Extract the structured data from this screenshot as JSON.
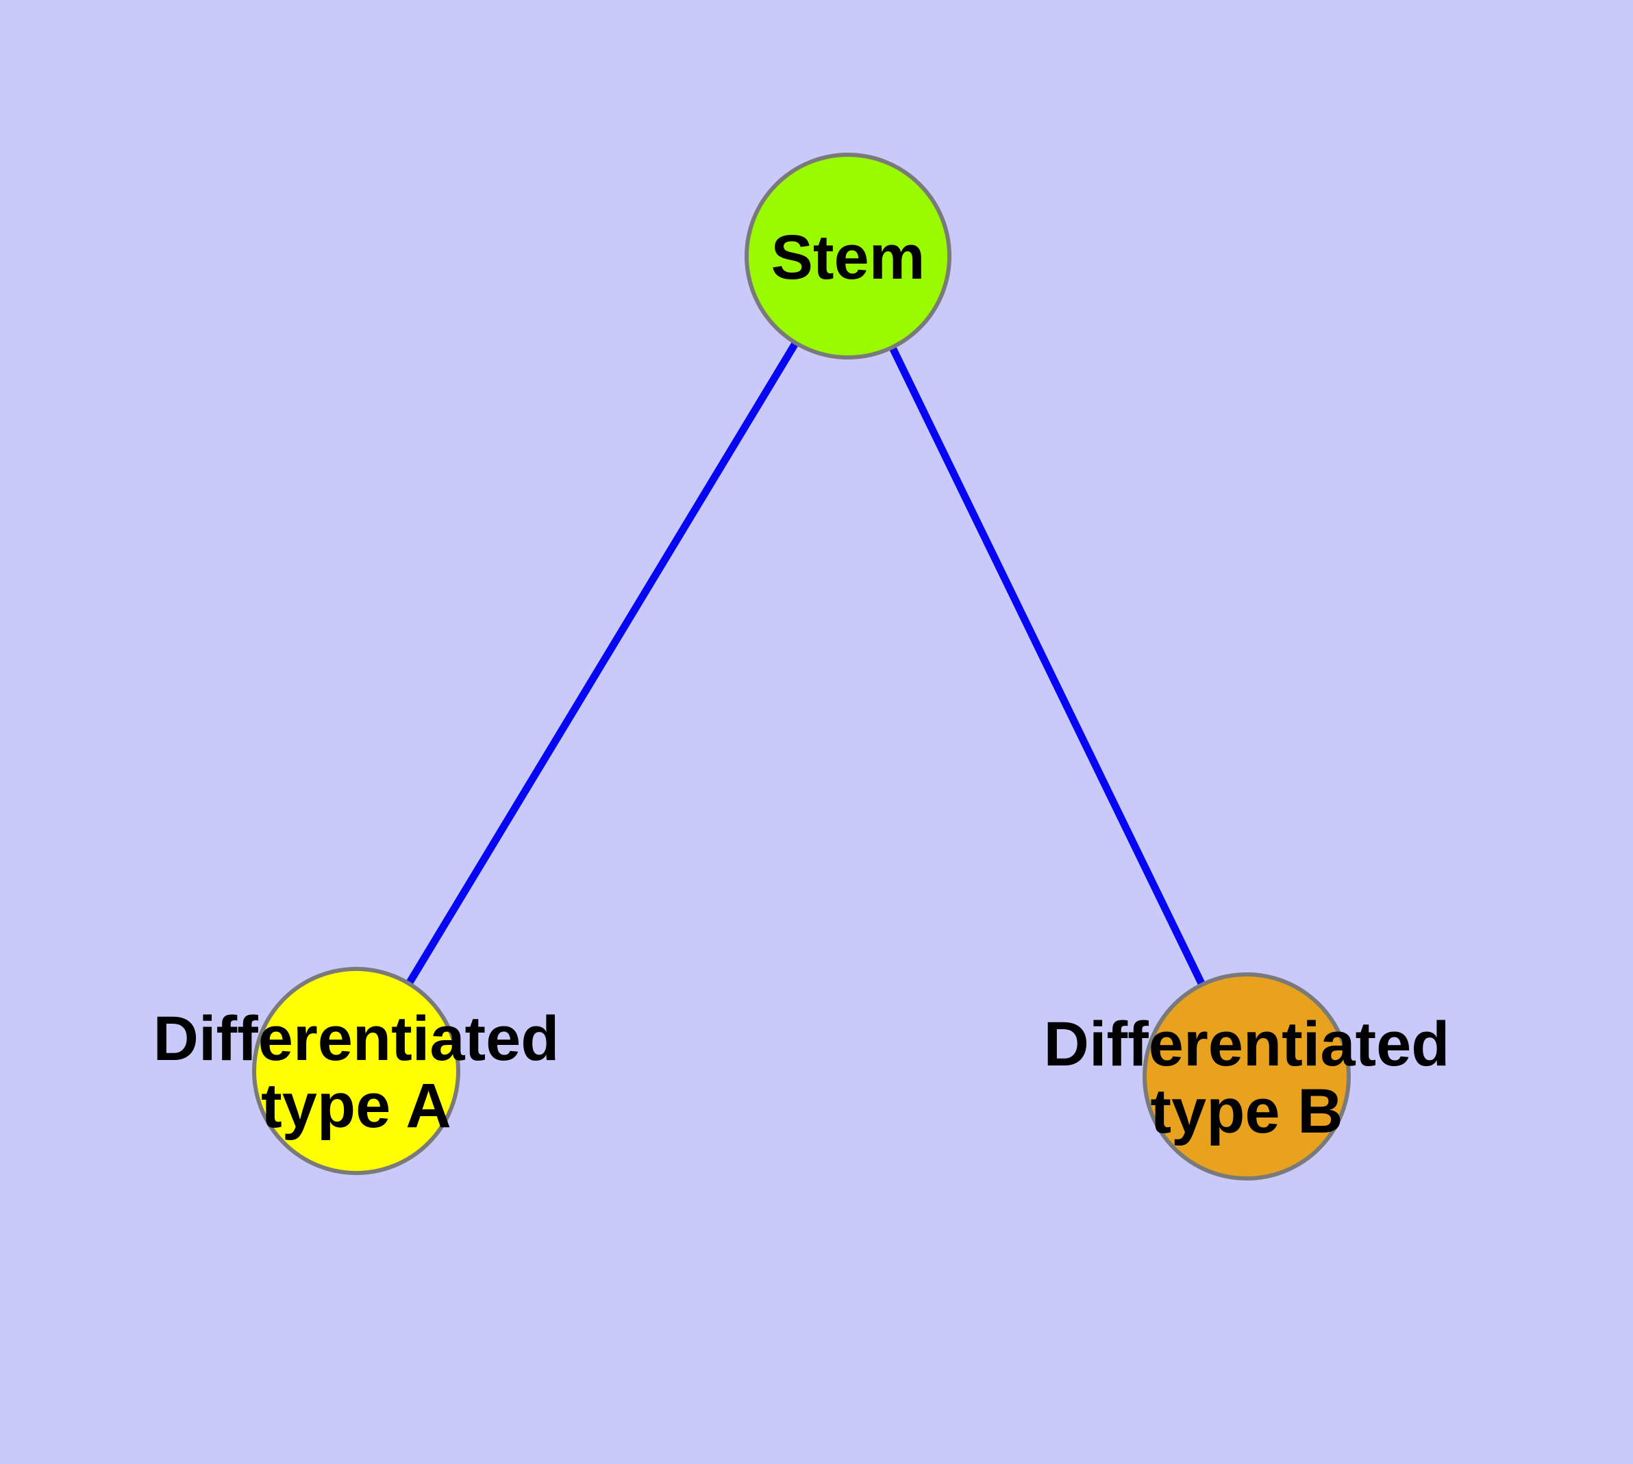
{
  "diagram": {
    "title": "stem-cell-differentiation-graph",
    "background_color": "#CACAFA",
    "edge_color": "#0606F4",
    "node_stroke_color": "#7A7A7A",
    "label_color": "#000000",
    "nodes": {
      "stem": {
        "label": "Stem",
        "fill": "#9AFB00"
      },
      "type_a": {
        "label_line1": "Differentiated",
        "label_line2": "type A",
        "fill": "#FFFF00"
      },
      "type_b": {
        "label_line1": "Differentiated",
        "label_line2": "type B",
        "fill": "#E8A21D"
      }
    },
    "edges": [
      {
        "from": "Stem",
        "to": "Differentiated type A"
      },
      {
        "from": "Stem",
        "to": "Differentiated type B"
      }
    ]
  }
}
